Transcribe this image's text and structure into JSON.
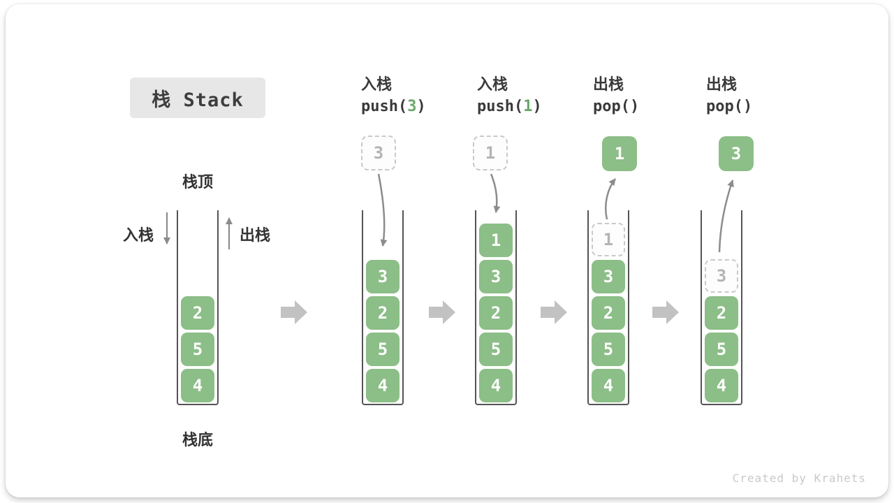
{
  "title": {
    "text": "栈 Stack"
  },
  "legend": {
    "top": "栈顶",
    "bottom": "栈底",
    "push_side": "入栈",
    "pop_side": "出栈"
  },
  "operations": [
    {
      "name": "入栈",
      "code_fn": "push(",
      "code_arg": "3",
      "code_close": ")"
    },
    {
      "name": "入栈",
      "code_fn": "push(",
      "code_arg": "1",
      "code_close": ")"
    },
    {
      "name": "出栈",
      "code_fn": "pop()",
      "code_arg": "",
      "code_close": ""
    },
    {
      "name": "出栈",
      "code_fn": "pop()",
      "code_arg": "",
      "code_close": ""
    }
  ],
  "stacks": {
    "s1": {
      "items": [
        "2",
        "5",
        "4"
      ]
    },
    "s2": {
      "float": "3",
      "items": [
        "3",
        "2",
        "5",
        "4"
      ]
    },
    "s3": {
      "float": "1",
      "items": [
        "1",
        "3",
        "2",
        "5",
        "4"
      ]
    },
    "s4": {
      "float": "1",
      "ghost": "1",
      "items": [
        "3",
        "2",
        "5",
        "4"
      ]
    },
    "s5": {
      "float": "3",
      "ghost": "3",
      "items": [
        "2",
        "5",
        "4"
      ]
    }
  },
  "colors": {
    "cell_green": "#8cbe87",
    "arg_green": "#69a869",
    "arrow_gray": "#8c8c8c",
    "block_arrow_gray": "#c2c2c2",
    "title_bg": "#e7e7e7"
  },
  "watermark": "Created by Krahets"
}
